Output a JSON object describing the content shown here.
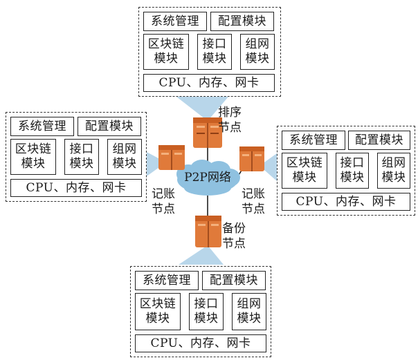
{
  "modules": {
    "system_management": "系统管理",
    "config_module": "配置模块",
    "blockchain_module": "区块链\n模块",
    "interface_module": "接口\n模块",
    "network_module": "组网\n模块",
    "hardware": "CPU、内存、网卡"
  },
  "nodes": {
    "ordering": "排序\n节点",
    "ledger_left": "记账\n节点",
    "ledger_right": "记账\n节点",
    "backup": "备份\n节点"
  },
  "network_label": "P2P网络",
  "colors": {
    "server_orange": "#e07a3a",
    "server_dark": "#8f3e14",
    "beam_blue": "#b8d6ea",
    "cloud_blue": "#8fc1e0"
  }
}
